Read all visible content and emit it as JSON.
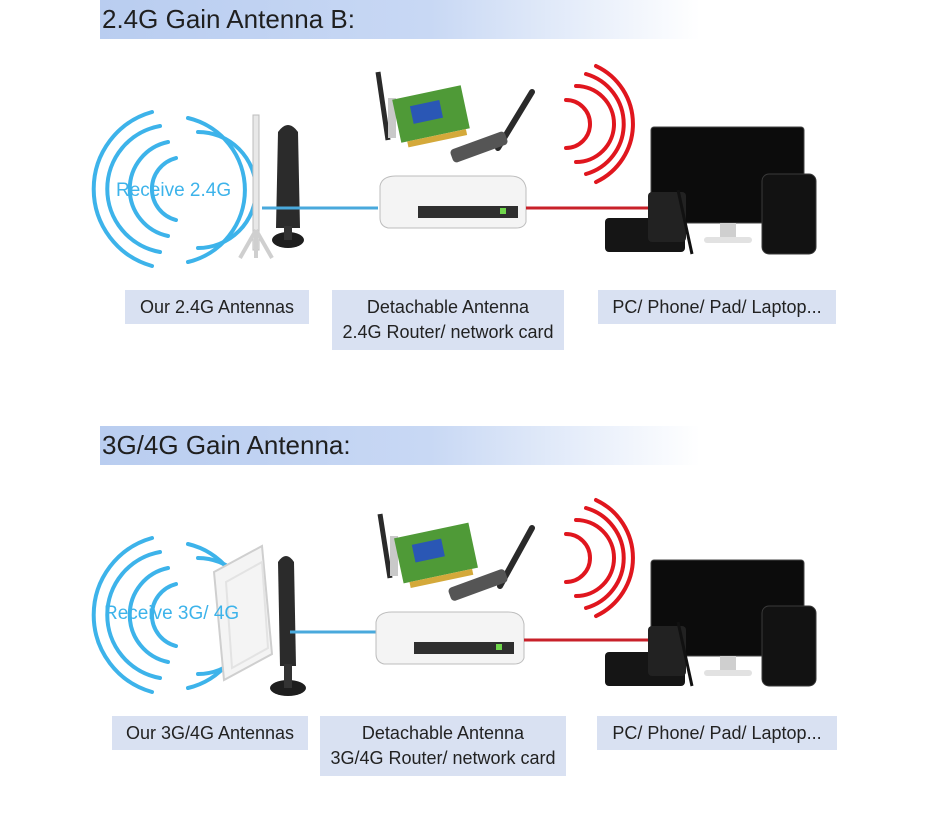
{
  "sections": [
    {
      "title": "2.4G Gain Antenna B:",
      "receive_label": "Receive 2.4G",
      "captions": {
        "antennas": "Our 2.4G Antennas",
        "router_line1": "Detachable Antenna",
        "router_line2": "2.4G Router/ network card",
        "devices": "PC/ Phone/ Pad/ Laptop..."
      }
    },
    {
      "title": "3G/4G Gain Antenna:",
      "receive_label": "Receive 3G/ 4G",
      "captions": {
        "antennas": "Our 3G/4G Antennas",
        "router_line1": "Detachable Antenna",
        "router_line2": "3G/4G Router/ network card",
        "devices": "PC/ Phone/ Pad/ Laptop..."
      }
    }
  ],
  "colors": {
    "header_band": "#b9cdf0",
    "caption_bg": "#d9e1f2",
    "receive_waves": "#3db3ea",
    "antenna_link": "#49a9dc",
    "device_link": "#c8212a",
    "transmit_waves": "#e0161e"
  }
}
